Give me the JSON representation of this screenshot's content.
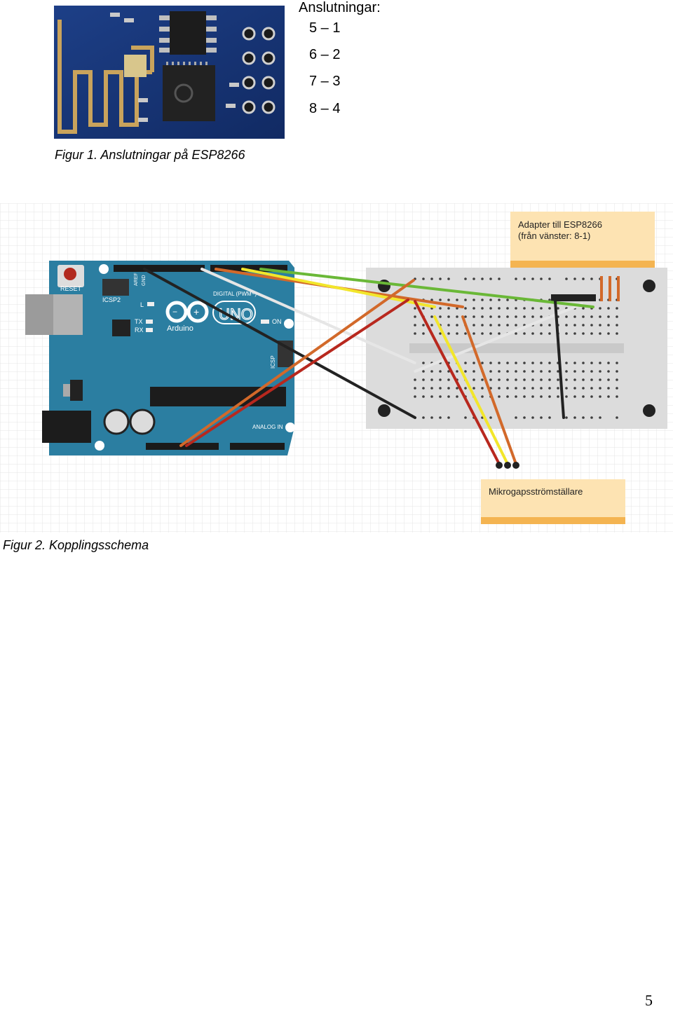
{
  "connections": {
    "title": "Anslutningar:",
    "rows": [
      "5 – 1",
      "6 – 2",
      "7 – 3",
      "8 – 4"
    ]
  },
  "figure1": {
    "caption": "Figur 1. Anslutningar på ESP8266"
  },
  "figure2": {
    "caption": "Figur 2. Kopplingsschema",
    "note_adapter_line1": "Adapter till ESP8266",
    "note_adapter_line2": "(från vänster: 8-1)",
    "note_switch": "Mikrogapsströmställare",
    "board_labels": {
      "reset": "RESET",
      "icsp2": "ICSP2",
      "icsp": "ICSP",
      "led_l": "L",
      "tx": "TX",
      "rx": "RX",
      "on": "ON",
      "uno": "UNO",
      "brand": "Arduino",
      "digital": "DIGITAL (PWM~)",
      "analog": "ANALOG IN",
      "aref": "AREF",
      "gnd": "GND"
    }
  },
  "page_number": "5",
  "colors": {
    "board_blue": "#2b7ea1",
    "wire_green": "#6ab837",
    "wire_orange": "#d2692a",
    "wire_yellow": "#f2e62b",
    "wire_red": "#b8281e",
    "wire_black": "#222222",
    "wire_white": "#e6e6e6",
    "note_bg": "#fde3b2",
    "note_bar": "#f4b451"
  }
}
